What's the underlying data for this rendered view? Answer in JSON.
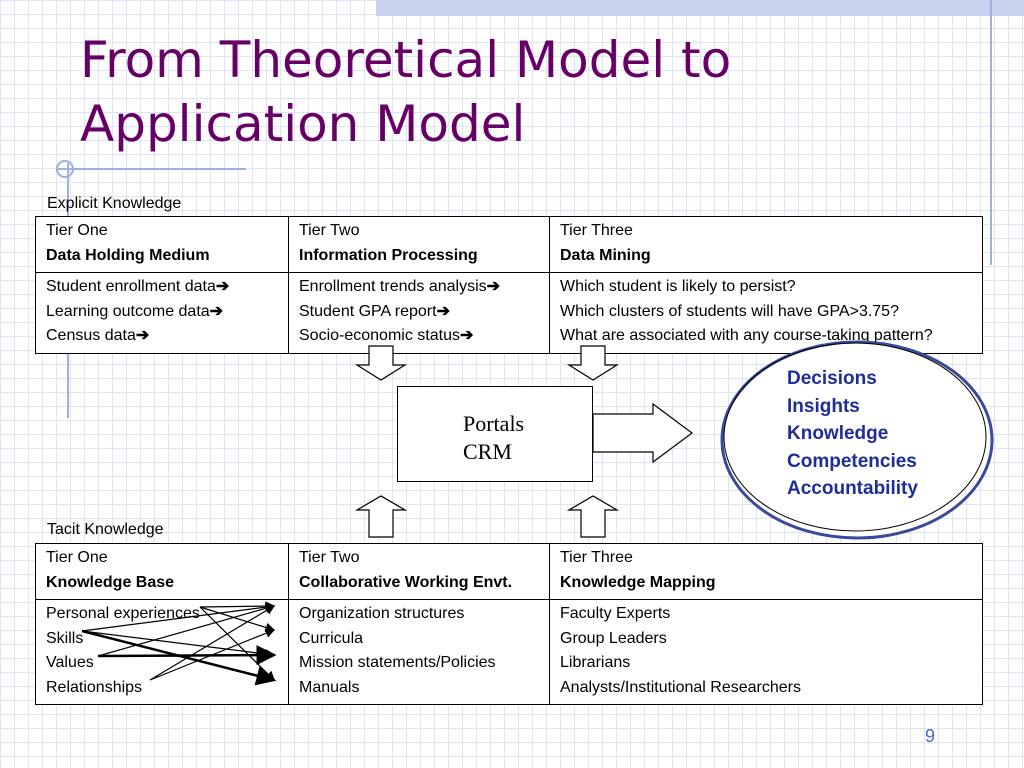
{
  "slide": {
    "title": "From Theoretical Model to Application Model",
    "page_number": "9"
  },
  "explicit": {
    "label": "Explicit Knowledge",
    "tiers": [
      {
        "tier": "Tier One",
        "name": "Data Holding Medium",
        "items": [
          "Student enrollment data",
          "Learning outcome data",
          "Census data"
        ]
      },
      {
        "tier": "Tier Two",
        "name": "Information Processing",
        "items": [
          "Enrollment trends analysis",
          "Student GPA report",
          "Socio-economic status"
        ]
      },
      {
        "tier": "Tier Three",
        "name": "Data Mining",
        "items": [
          "Which student is likely to persist?",
          "Which clusters of students will have GPA>3.75?",
          "What are associated with any course-taking pattern?"
        ]
      }
    ],
    "arrow_glyph": "➔"
  },
  "center": {
    "line1": "Portals",
    "line2": "CRM"
  },
  "outcomes": [
    "Decisions",
    "Insights",
    "Knowledge",
    "Competencies",
    "Accountability"
  ],
  "tacit": {
    "label": "Tacit Knowledge",
    "tiers": [
      {
        "tier": "Tier One",
        "name": "Knowledge Base",
        "items": [
          "Personal experiences",
          "Skills",
          "Values",
          "Relationships"
        ]
      },
      {
        "tier": "Tier Two",
        "name": "Collaborative Working Envt.",
        "items": [
          "Organization structures",
          "Curricula",
          "Mission statements/Policies",
          "Manuals"
        ]
      },
      {
        "tier": "Tier Three",
        "name": "Knowledge Mapping",
        "items": [
          "Faculty Experts",
          "Group Leaders",
          "Librarians",
          "Analysts/Institutional Researchers"
        ]
      }
    ]
  },
  "colors": {
    "title": "#660066",
    "outcomes_text": "#1f2d99",
    "ellipse_border": "#3a4a9a",
    "grid": "#dfe4f3"
  }
}
